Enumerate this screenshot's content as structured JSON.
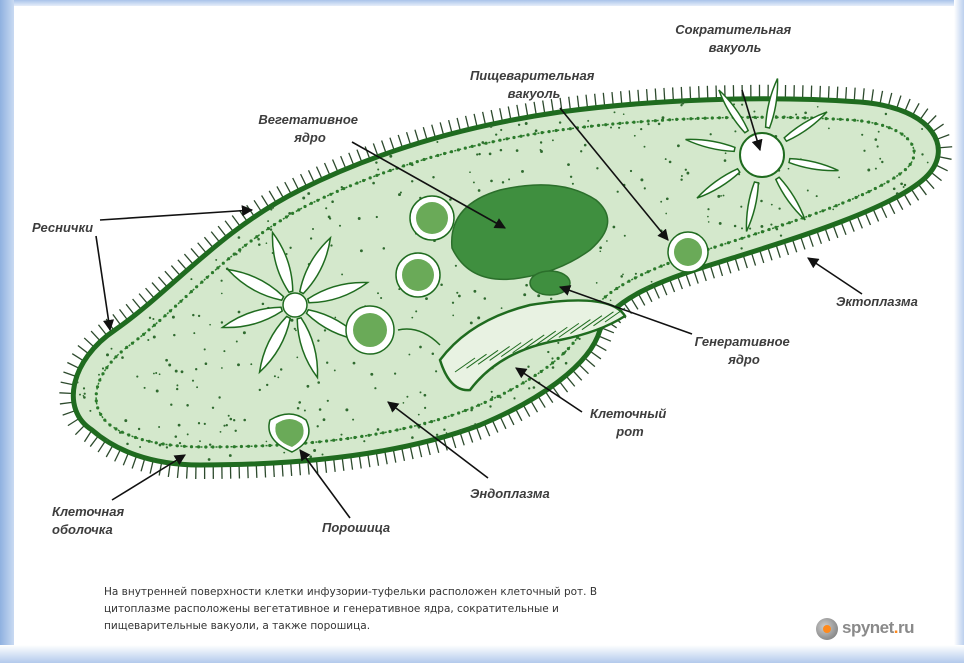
{
  "diagram": {
    "labels": {
      "contractile_vacuole": [
        "Сократительная",
        "вакуоль"
      ],
      "digestive_vacuole": [
        "Пищеварительная",
        "вакуоль"
      ],
      "vegetative_nucleus": [
        "Вегетативное",
        "ядро"
      ],
      "cilia": "Реснички",
      "ectoplasm": "Эктоплазма",
      "generative_nucleus": [
        "Генеративное",
        "ядро"
      ],
      "cell_mouth": [
        "Клеточный",
        "рот"
      ],
      "endoplasm": "Эндоплазма",
      "cell_membrane": [
        "Клеточная",
        "оболочка"
      ],
      "anal_pore": "Порошица"
    },
    "colors": {
      "outline": "#1f6b1f",
      "cytoplasm": "#d4e8cc",
      "nucleus": "#3f8f3f",
      "vacuole": "#ffffff",
      "food_vacuole": "#6aaa58",
      "label": "#3d3d3d"
    }
  },
  "caption": {
    "lines": [
      "На внутренней поверхности клетки инфузории-туфельки расположен клеточный рот. В",
      "цитоплазме расположены вегетативное и генеративное ядра, сократительные и",
      "пищеварительные вакуоли, а также порошица."
    ]
  },
  "watermark": {
    "icon": "spynet-logo-icon",
    "name": "spynet",
    "dot": ".",
    "tld": "ru"
  }
}
